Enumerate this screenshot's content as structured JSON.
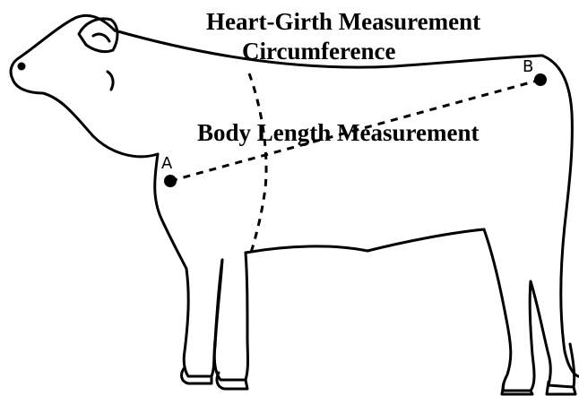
{
  "labels": {
    "heart_girth_line1": "Heart-Girth Measurement",
    "heart_girth_line2": "Circumference",
    "body_length": "Body Length Measurement",
    "point_a": "A",
    "point_b": "B"
  },
  "colors": {
    "ink": "#000000",
    "background": "#ffffff"
  }
}
